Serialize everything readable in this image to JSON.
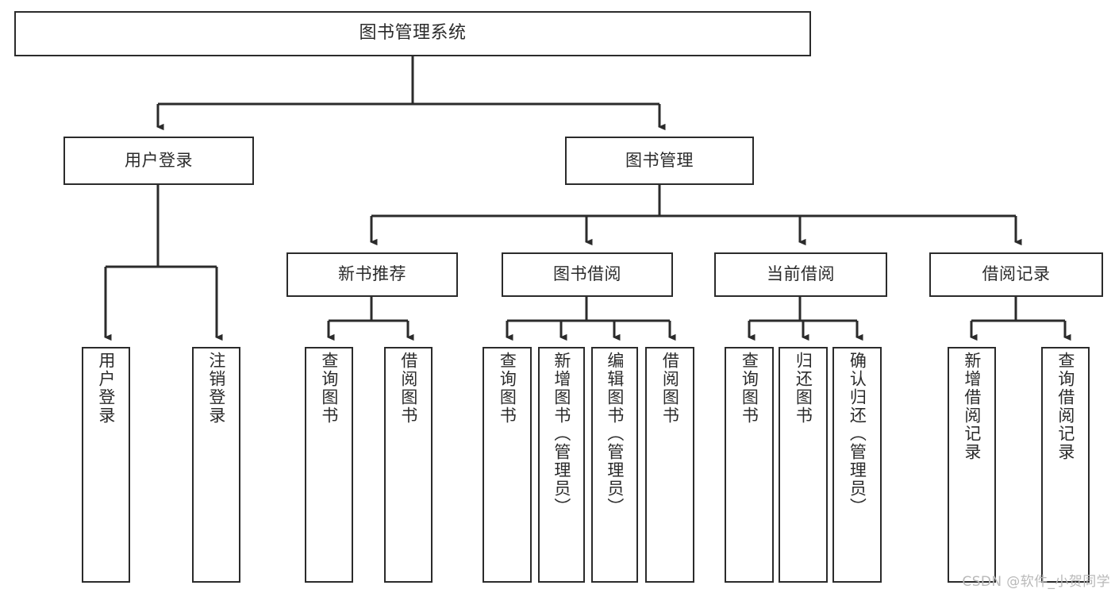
{
  "diagram": {
    "title": "图书管理系统",
    "type": "tree-hierarchy-chart",
    "watermark": "CSDN @软件_小贺同学",
    "colors": {
      "background": "#ffffff",
      "box_border": "#2b2b2b",
      "box_fill": "#ffffff",
      "connector": "#2b2b2b",
      "watermark": "#b9b9b9"
    }
  },
  "nodes": {
    "root": {
      "label": "图书管理系统"
    },
    "level2": [
      {
        "label": "用户登录"
      },
      {
        "label": "图书管理"
      }
    ],
    "level3": [
      {
        "label": "新书推荐"
      },
      {
        "label": "图书借阅"
      },
      {
        "label": "当前借阅"
      },
      {
        "label": "借阅记录"
      }
    ],
    "leaves": {
      "user_login": [
        {
          "label": "用户登录"
        },
        {
          "label": "注销登录"
        }
      ],
      "new_book_recommend": [
        {
          "label": "查询图书"
        },
        {
          "label": "借阅图书"
        }
      ],
      "book_borrow": [
        {
          "label": "查询图书"
        },
        {
          "label": "新增图书（管理员）"
        },
        {
          "label": "编辑图书（管理员）"
        },
        {
          "label": "借阅图书"
        }
      ],
      "current_borrow": [
        {
          "label": "查询图书"
        },
        {
          "label": "归还图书"
        },
        {
          "label": "确认归还（管理员）"
        }
      ],
      "borrow_record": [
        {
          "label": "新增借阅记录"
        },
        {
          "label": "查询借阅记录"
        }
      ]
    }
  }
}
